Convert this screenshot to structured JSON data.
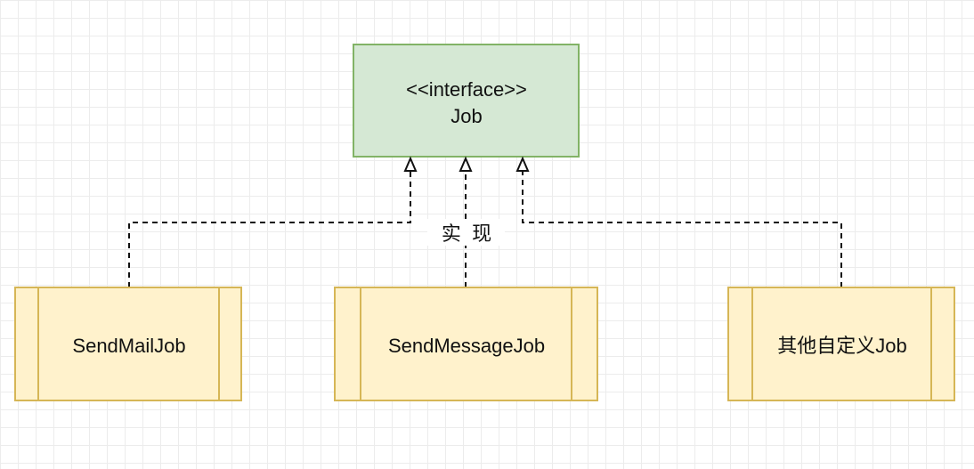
{
  "colors": {
    "interface_fill": "#d5e8d4",
    "interface_stroke": "#82b366",
    "class_fill": "#fff2cc",
    "class_stroke": "#d6b656",
    "edge": "#111111"
  },
  "diagram": {
    "interface": {
      "stereotype": "<<interface>>",
      "name": "Job"
    },
    "implementations": [
      {
        "name": "SendMailJob"
      },
      {
        "name": "SendMessageJob"
      },
      {
        "name": "其他自定义Job"
      }
    ],
    "edge_label": "实  现"
  }
}
